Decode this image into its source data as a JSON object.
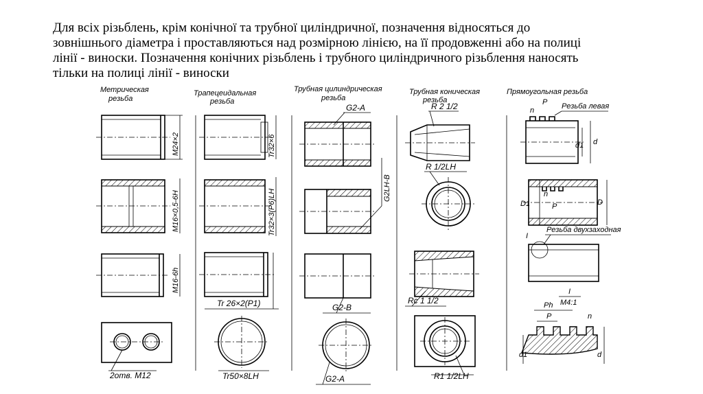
{
  "text": {
    "lines": [
      "Для всіх різьблень, крім конічної та трубної циліндричної, позначення відносяться до",
      "зовнішнього діаметра і проставляються над розмірною лінією, на її продовженні або на полиці",
      "лінії - виноски. Позначення конічних різьблень і трубного циліндричного різьблення наносять",
      "тільки на полиці лінії - виноски"
    ]
  },
  "figure": {
    "columns": [
      {
        "title1": "Метрическая",
        "title2": "резьба"
      },
      {
        "title1": "Трапецеидальная",
        "title2": "резьба"
      },
      {
        "title1": "Трубная цилиндрическая",
        "title2": "резьба"
      },
      {
        "title1": "Трубная коническая",
        "title2": "резьба"
      },
      {
        "title1": "Прямоугольная резьба",
        "title2": ""
      }
    ],
    "labels": {
      "m24": "M24×2",
      "m16_05": "M16×0,5-6H",
      "m16_6h": "M16-6h",
      "two_holes": "2отв. M12",
      "tr32": "Tr32×6",
      "tr32_lh": "Tr32×3(P6)LH",
      "tr26": "Tr 26×2(P1)",
      "tr50": "Tr50×8LH",
      "g2a_top": "G2-A",
      "g2lhb": "G2LH-B",
      "g2b": "G2-B",
      "g2a_bot": "G2-A",
      "r2": "R 2 1/2",
      "r12lh": "R 1/2LH",
      "rc": "Rc 1 1/2",
      "r1_12lh": "R1 1/2LH",
      "left_thread": "Резьба левая",
      "double_thread": "Резьба двухзаходная",
      "p": "P",
      "n": "n",
      "d": "d",
      "d1": "d1",
      "D": "D",
      "D1": "D1",
      "I": "I",
      "ph": "Ph",
      "m41": "M4:1"
    }
  }
}
